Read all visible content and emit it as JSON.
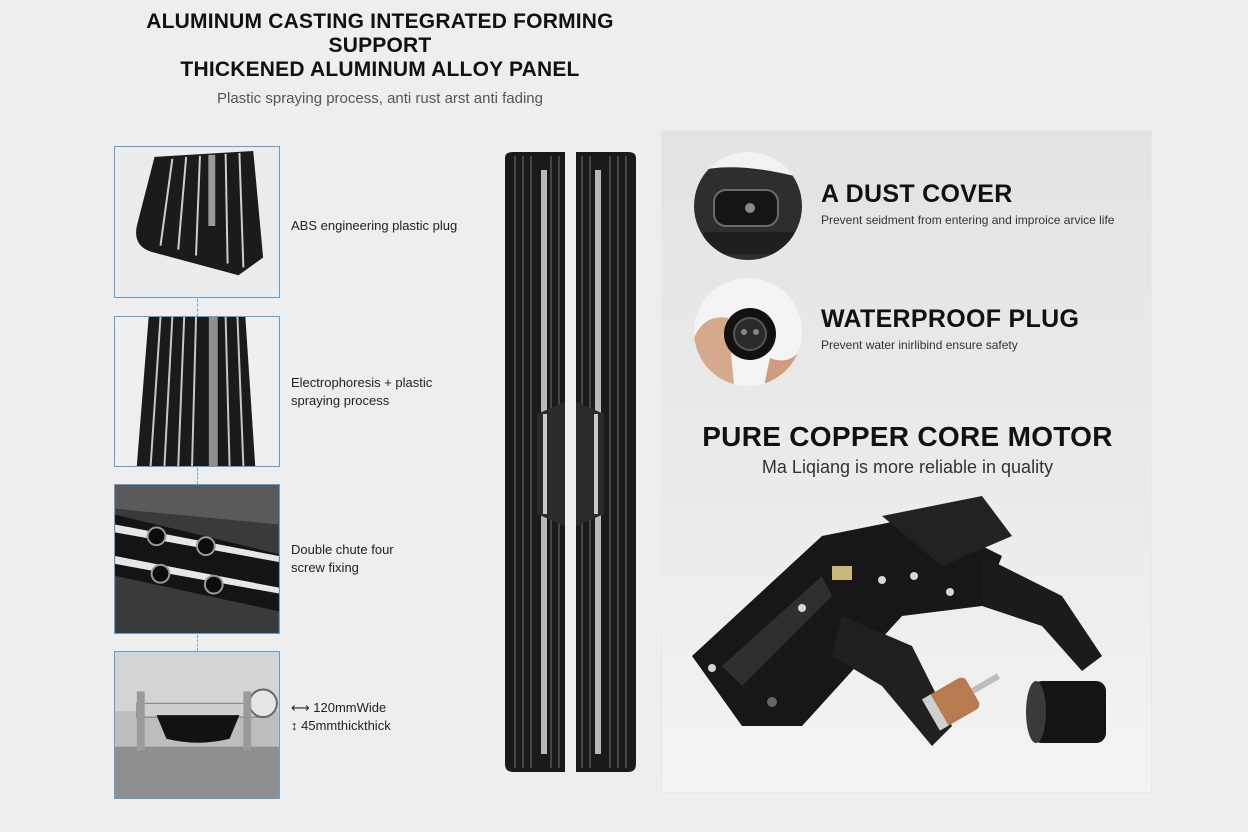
{
  "header": {
    "title_line1": "ALUMINUM CASTING INTEGRATED FORMING SUPPORT",
    "title_line2": "THICKENED ALUMINUM ALLOY PANEL",
    "subtitle": "Plastic spraying process, anti rust arst anti fading"
  },
  "features": [
    {
      "line1": "ABS engineering plastic plug",
      "line2": ""
    },
    {
      "line1": "Electrophoresis + plastic",
      "line2": "spraying process"
    },
    {
      "line1": "Double chute four",
      "line2": "screw fixing"
    },
    {
      "line1": "⟷ 120mmWide",
      "line2": "↕ 45mmthickthick"
    }
  ],
  "panel": {
    "dust_cover": {
      "heading": "A DUST COVER",
      "desc": "Prevent seidment from entering and improice arvice life"
    },
    "waterproof": {
      "heading": "WATERPROOF PLUG",
      "desc": "Prevent water inirlibind ensure safety"
    },
    "motor": {
      "heading": "PURE COPPER CORE MOTOR",
      "subheading": "Ma Liqiang is more reliable in quality"
    }
  },
  "colors": {
    "background": "#eeeeee",
    "thumb_border": "#5aa0d6",
    "rail_black": "#1a1a1a",
    "rail_silver": "#b9b9b9"
  },
  "icons": [
    "dust-cover-photo-icon",
    "waterproof-plug-photo-icon",
    "motor-assembly-photo-icon"
  ]
}
